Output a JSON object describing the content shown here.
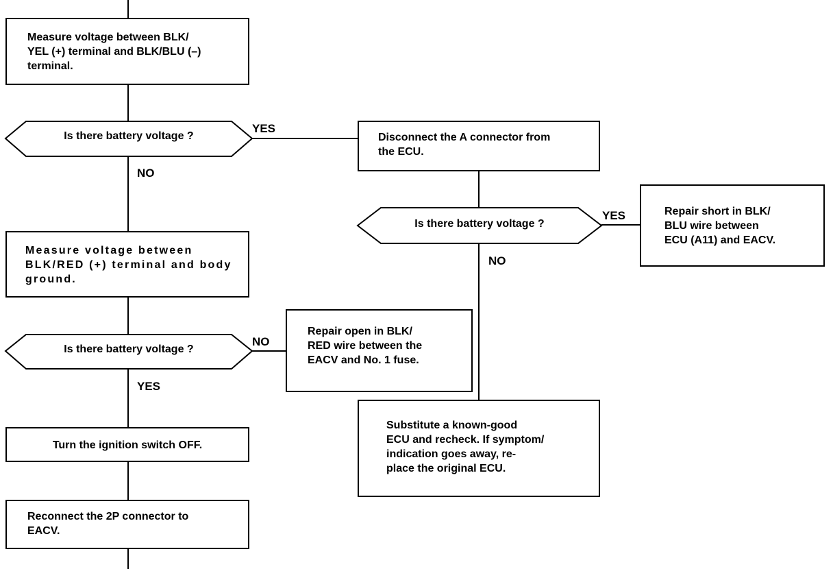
{
  "left_column": {
    "step_measure_blk_yel": "Measure voltage between BLK/\nYEL (+) terminal and BLK/BLU (–)\nterminal.",
    "decision_1": "Is there battery voltage ?",
    "decision_1_yes": "YES",
    "decision_1_no": "NO",
    "step_measure_blk_red": "Measure voltage between\nBLK/RED (+) terminal and body\nground.",
    "decision_2": "Is there battery voltage ?",
    "decision_2_no": "NO",
    "decision_2_yes": "YES",
    "step_ignition_off": "Turn the ignition switch OFF.",
    "step_reconnect": "Reconnect the 2P connector to\nEACV."
  },
  "right_column": {
    "step_disconnect": "Disconnect the A connector from\nthe ECU.",
    "decision_3": "Is there battery voltage ?",
    "decision_3_yes": "YES",
    "decision_3_no": "NO",
    "repair_short": "Repair short in BLK/\nBLU wire between\nECU (A11) and EACV.",
    "repair_open": "Repair open in BLK/\nRED wire between the\nEACV and No. 1 fuse.",
    "substitute_ecu": "Substitute a known-good\nECU and recheck. If symptom/\nindication goes away, re-\nplace the original ECU."
  }
}
